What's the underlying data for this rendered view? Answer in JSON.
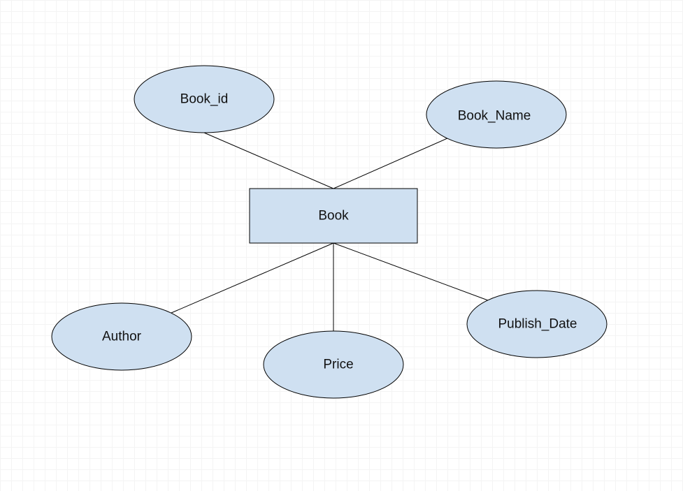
{
  "diagram": {
    "entity": {
      "label": "Book"
    },
    "attributes": {
      "book_id": "Book_id",
      "book_name": "Book_Name",
      "author": "Author",
      "price": "Price",
      "publish_date": "Publish_Date"
    },
    "colors": {
      "shape_fill": "#cfe0f1",
      "stroke": "#000000"
    }
  }
}
